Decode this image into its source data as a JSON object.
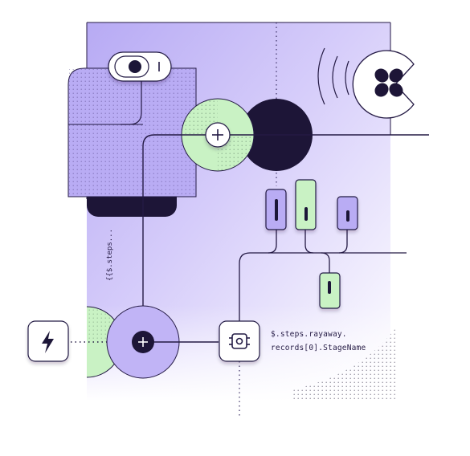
{
  "labels": {
    "vertical_expression": "{{$.steps...",
    "expression_line1": "$.steps.rayaway.",
    "expression_line2": "records[0].StageName"
  },
  "icons": {
    "trigger": "lightning-bolt-icon",
    "join_add_top": "plus-icon",
    "join_add_bottom": "plus-icon",
    "processor": "gear-chip-icon",
    "brand": "four-leaf-logo-icon",
    "toggle": "toggle-switch-icon"
  },
  "colors": {
    "lavender": "#c8bdf7",
    "lavender_deep": "#b2a3f2",
    "mint": "#c9f2c4",
    "navy": "#1d1537",
    "line": "#241a44",
    "white": "#ffffff"
  }
}
